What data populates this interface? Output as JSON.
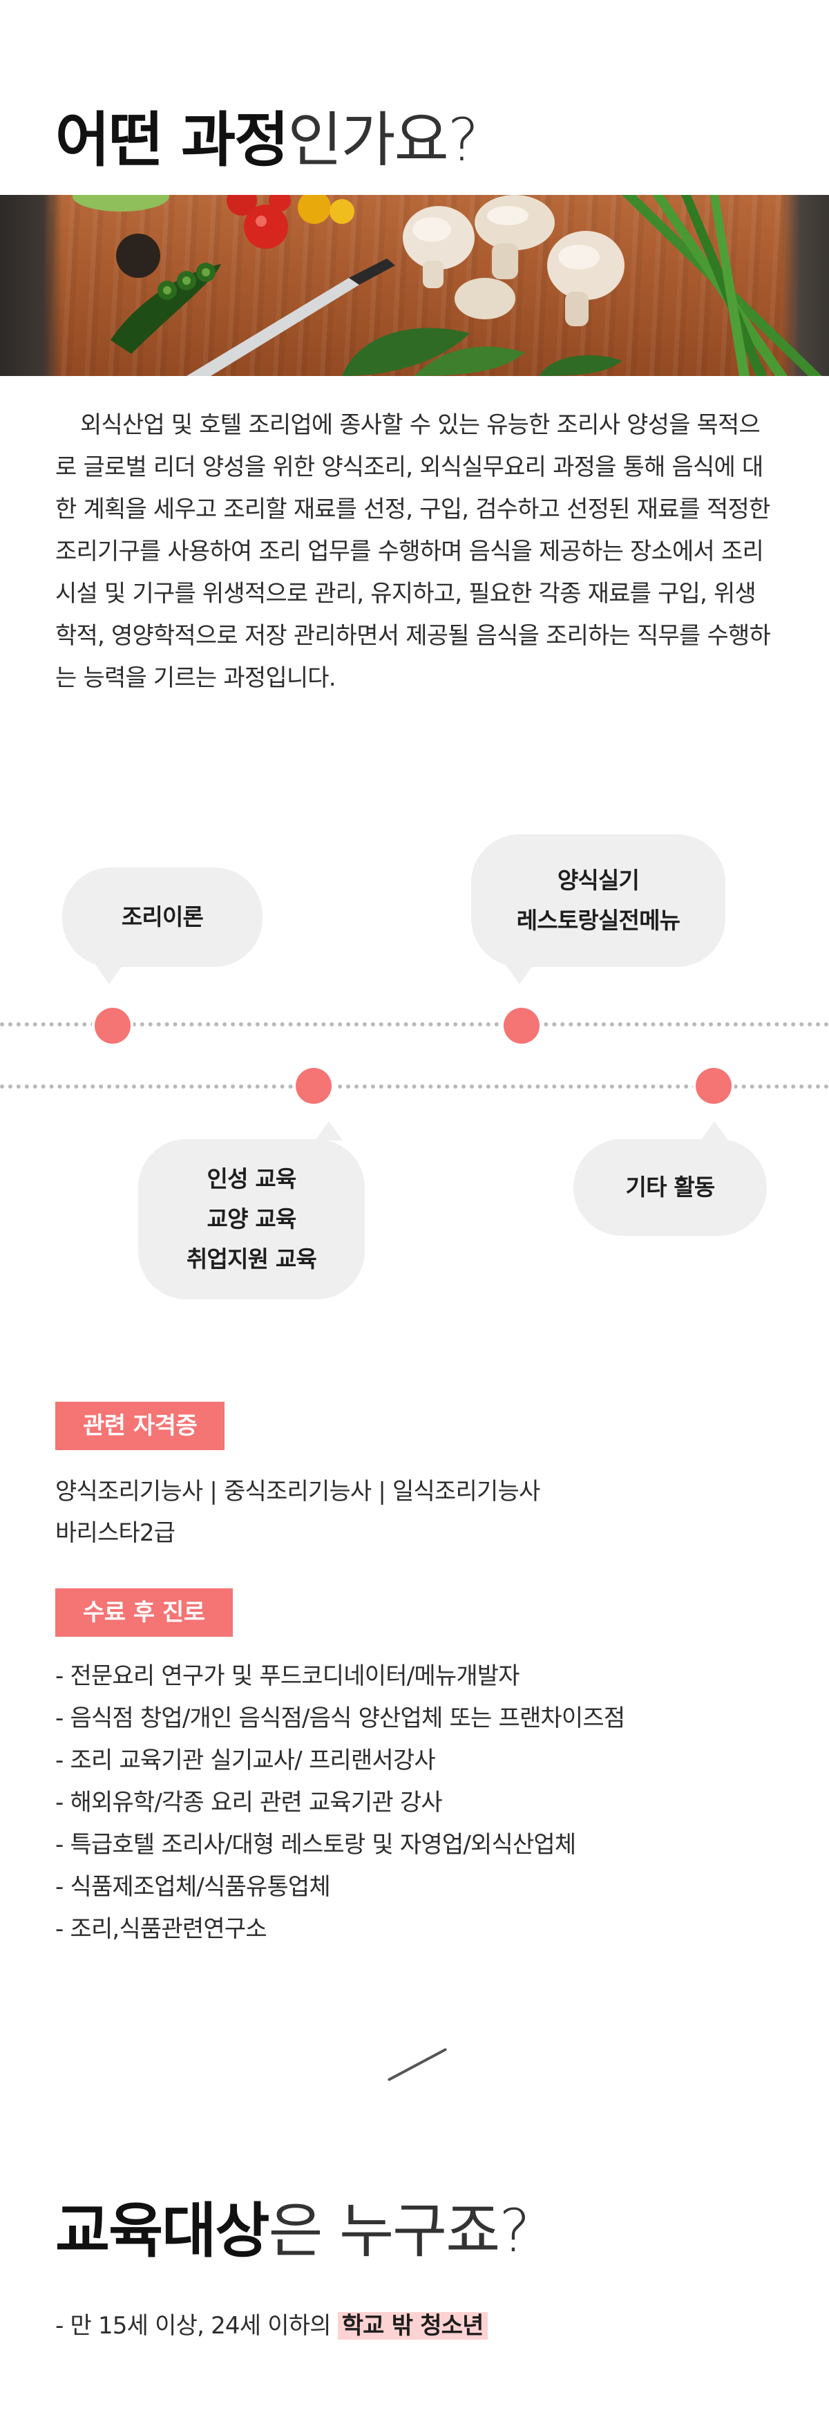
{
  "course_section": {
    "title_strong": "어떤 과정",
    "title_light": "인가요?",
    "description": "외식산업 및 호텔 조리업에 종사할 수 있는 유능한 조리사 양성을 목적으로 글로벌 리더 양성을 위한 양식조리, 외식실무요리 과정을 통해 음식에 대한 계획을 세우고 조리할 재료를 선정, 구입, 검수하고 선정된 재료를 적정한 조리기구를 사용하여 조리 업무를 수행하며 음식을 제공하는 장소에서 조리시설 및 기구를 위생적으로 관리, 유지하고, 필요한 각종 재료를 구입, 위생학적, 영양학적으로 저장 관리하면서 제공될 음식을 조리하는 직무를 수행하는 능력을 기르는 과정입니다."
  },
  "timeline": {
    "upper": [
      {
        "lines": [
          "조리이론"
        ]
      },
      {
        "lines": [
          "양식실기",
          "레스토랑실전메뉴"
        ]
      }
    ],
    "lower": [
      {
        "lines": [
          "인성 교육",
          "교양 교육",
          "취업지원 교육"
        ]
      },
      {
        "lines": [
          "기타 활동"
        ]
      }
    ],
    "colors": {
      "node": "#f57474",
      "bubble": "#efefef",
      "line": "#b9b9b9"
    }
  },
  "certificates": {
    "label": "관련 자격증",
    "line1": "양식조리기능사 | 중식조리기능사 | 일식조리기능사",
    "line2": "바리스타2급"
  },
  "careers": {
    "label": "수료 후 진로",
    "items": [
      "- 전문요리 연구가 및 푸드코디네이터/메뉴개발자",
      "- 음식점 창업/개인 음식점/음식 양산업체 또는 프랜차이즈점",
      "- 조리 교육기관 실기교사/ 프리랜서강사",
      "- 해외유학/각종 요리 관련 교육기관 강사",
      "- 특급호텔 조리사/대형 레스토랑 및 자영업/외식산업체",
      "- 식품제조업체/식품유통업체",
      "- 조리,식품관련연구소"
    ]
  },
  "target_section": {
    "title_strong": "교육대상",
    "title_light": "은 누구죠?",
    "line_prefix": "- 만 15세 이상, 24세 이하의 ",
    "line_highlight": "학교 밖 청소년"
  },
  "accent_color": "#f57474",
  "highlight_color": "#fcd2d2"
}
